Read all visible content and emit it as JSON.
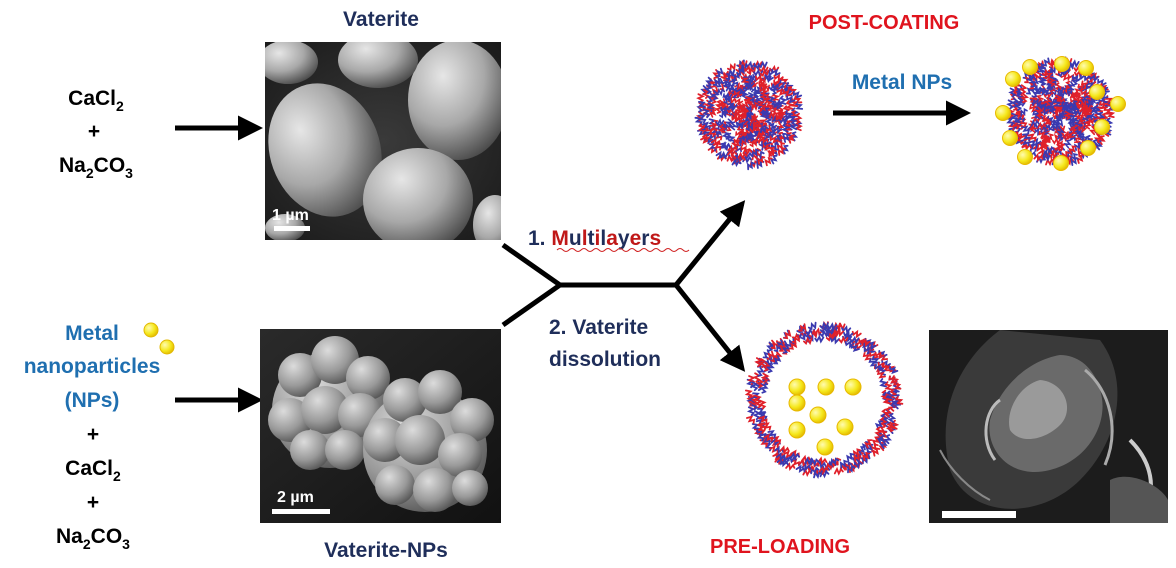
{
  "top_reaction": {
    "reagent1": {
      "main": "CaCl",
      "sub": "2"
    },
    "plus": "+",
    "reagent2": {
      "a": "Na",
      "sub1": "2",
      "b": "CO",
      "sub2": "3"
    }
  },
  "bottom_reaction": {
    "line1": "Metal",
    "line2": "nanoparticles",
    "line3": "(NPs)",
    "plus1": "+",
    "reagent1": {
      "main": "CaCl",
      "sub": "2"
    },
    "plus2": "+",
    "reagent2": {
      "a": "Na",
      "sub1": "2",
      "b": "CO",
      "sub2": "3"
    }
  },
  "vaterite": {
    "label": "Vaterite",
    "scale": "1 µm"
  },
  "vaterite_np": {
    "label": "Vaterite-NPs",
    "scale": "2 µm"
  },
  "steps": {
    "step1_num": "1. ",
    "step1_letters": [
      "M",
      "u",
      "l",
      "t",
      "i",
      "l",
      "a",
      "y",
      "e",
      "r",
      "s"
    ],
    "step2_line1": "2. Vaterite",
    "step2_line2": "dissolution"
  },
  "post_coating": {
    "title": "POST-COATING",
    "arrow_label": "Metal NPs"
  },
  "pre_loading": {
    "title": "PRE-LOADING"
  },
  "colors": {
    "dark_navy": "#1f2e5a",
    "blue_text": "#1f6fb0",
    "red_text": "#e0141e",
    "polymer_red": "#e0202a",
    "polymer_blue": "#3a3ab0",
    "np_yellow": "#f5e81c",
    "np_edge": "#e8b800"
  }
}
